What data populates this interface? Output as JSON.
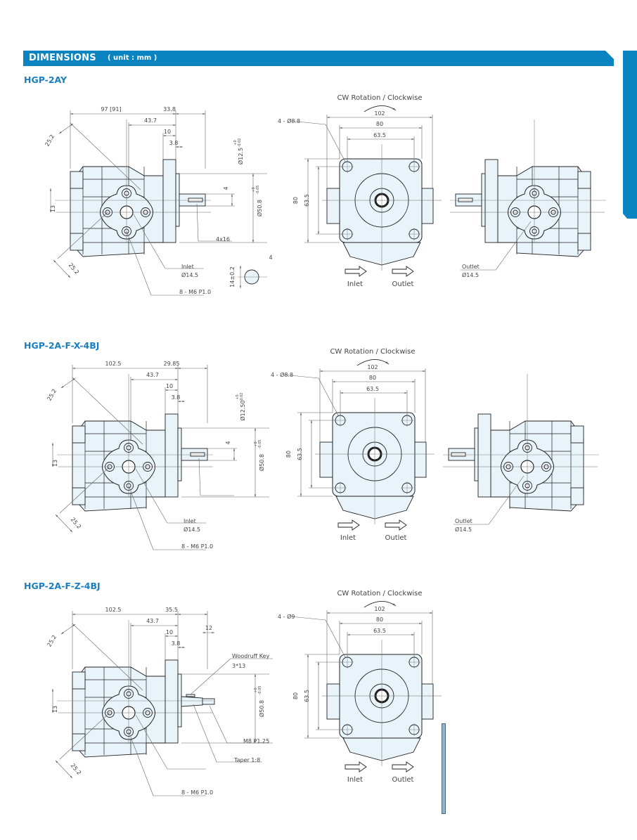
{
  "header": {
    "title": "DIMENSIONS",
    "unit": "( unit : mm )"
  },
  "colors": {
    "accent": "#0a84c0",
    "title": "#1a7fc0",
    "body_fill": "#e9f3fa"
  },
  "sections": [
    {
      "title": "HGP-2AY",
      "side": {
        "overall": "97 [91]",
        "shaft_len": "33.8",
        "flange_pos": "43.7",
        "flange_w": "10",
        "pilot": "3.8",
        "diag_top": "25.2",
        "diag_bottom": "25.2",
        "offset": "13",
        "shaft_dia": "Ø12.5",
        "shaft_tol_upper": "+0",
        "shaft_tol_lower": "-0.02",
        "key_w": "4",
        "pilot_dia": "Ø50.8",
        "pilot_tol_upper": "+0",
        "pilot_tol_lower": "-0.05",
        "key": "4x16",
        "inlet": "Inlet",
        "inlet_dia": "Ø14.5",
        "bolts": "8 - M6  P1.0",
        "detail_key": "4",
        "detail_height": "14±0.2"
      },
      "front": {
        "rotation": "CW Rotation / Clockwise",
        "holes": "4 - Ø8.8",
        "w102": "102",
        "w80": "80",
        "w63": "63.5",
        "h80": "80",
        "h63": "63.5",
        "inlet": "Inlet",
        "outlet": "Outlet"
      },
      "rear": {
        "outlet": "Outlet",
        "outlet_dia": "Ø14.5"
      }
    },
    {
      "title": "HGP-2A-F-X-4BJ",
      "side": {
        "overall": "102.5",
        "shaft_len": "29.85",
        "flange_pos": "43.7",
        "flange_w": "10",
        "pilot": "3.8",
        "diag_top": "25.2",
        "diag_bottom": "25.2",
        "offset": "13",
        "shaft_dia": "Ø12.50",
        "shaft_tol_upper": "+0",
        "shaft_tol_lower": "-0.02",
        "key_w": "4",
        "pilot_dia": "Ø50.8",
        "pilot_tol_upper": "+0",
        "pilot_tol_lower": "-0.05",
        "inlet": "Inlet",
        "inlet_dia": "Ø14.5",
        "bolts": "8 - M6  P1.0"
      },
      "front": {
        "rotation": "CW Rotation / Clockwise",
        "holes": "4 - Ø8.8",
        "w102": "102",
        "w80": "80",
        "w63": "63.5",
        "h80": "80",
        "h63": "63.5",
        "inlet": "Inlet",
        "outlet": "Outlet"
      },
      "rear": {
        "outlet": "Outlet",
        "outlet_dia": "Ø14.5"
      }
    },
    {
      "title": "HGP-2A-F-Z-4BJ",
      "side": {
        "overall": "102.5",
        "shaft_len": "35.5",
        "flange_pos": "43.7",
        "flange_w": "10",
        "thread_len": "12",
        "pilot": "3.8",
        "diag_top": "25.2",
        "diag_bottom": "25.2",
        "offset": "13",
        "woodruff": "Woodruff Key",
        "woodruff_size": "3*13",
        "pilot_dia": "Ø50.8",
        "pilot_tol_upper": "+0",
        "pilot_tol_lower": "-0.05",
        "thread": "M8  P1.25",
        "taper": "Taper 1:8",
        "bolts": "8 - M6 P1.0"
      },
      "front": {
        "rotation": "CW Rotation / Clockwise",
        "holes": "4 - Ø9",
        "w102": "102",
        "w80": "80",
        "w63": "63.5",
        "h80": "80",
        "h63": "63.5",
        "inlet": "Inlet",
        "outlet": "Outlet"
      }
    }
  ]
}
